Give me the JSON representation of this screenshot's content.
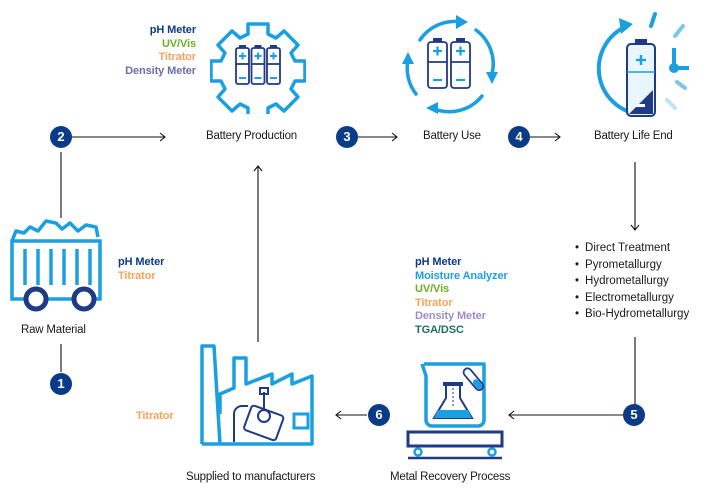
{
  "colors": {
    "ph_meter": "#0d3a86",
    "uv_vis": "#6ab023",
    "titrator": "#f7a35c",
    "density_meter": "#6b6fa8",
    "moisture_analyzer": "#1c9fe0",
    "density_meter_light": "#9b8ec7",
    "tga_dsc": "#1e6f62",
    "icon_blue": "#1a9fe0",
    "icon_navy": "#1f3a86",
    "step_circle": "#0b3b87"
  },
  "steps": [
    {
      "number": "1"
    },
    {
      "number": "2"
    },
    {
      "number": "3"
    },
    {
      "number": "4"
    },
    {
      "number": "5"
    },
    {
      "number": "6"
    }
  ],
  "nodes": {
    "raw_material": {
      "label": "Raw Material",
      "icon": "mining-cart-icon",
      "instruments": [
        "pH Meter",
        "Titrator"
      ]
    },
    "battery_production": {
      "label": "Battery Production",
      "icon": "gear-batteries-icon",
      "instruments": [
        "pH Meter",
        "UV/Vis",
        "Titrator",
        "Density Meter"
      ]
    },
    "battery_use": {
      "label": "Battery Use",
      "icon": "cycle-batteries-icon"
    },
    "battery_life_end": {
      "label": "Battery Life End",
      "icon": "battery-clock-icon"
    },
    "recycling_methods": {
      "items": [
        "Direct Treatment",
        "Pyrometallurgy",
        "Hydrometallurgy",
        "Electrometallurgy",
        "Bio-Hydrometallurgy"
      ]
    },
    "metal_recovery": {
      "label": "Metal Recovery Process",
      "icon": "lab-beaker-scale-icon",
      "instruments": [
        "pH Meter",
        "Moisture Analyzer",
        "UV/Vis",
        "Titrator",
        "Density Meter",
        "TGA/DSC"
      ]
    },
    "supplied": {
      "label": "Supplied to manufacturers",
      "icon": "factory-icon",
      "instruments": [
        "Titrator"
      ]
    }
  }
}
